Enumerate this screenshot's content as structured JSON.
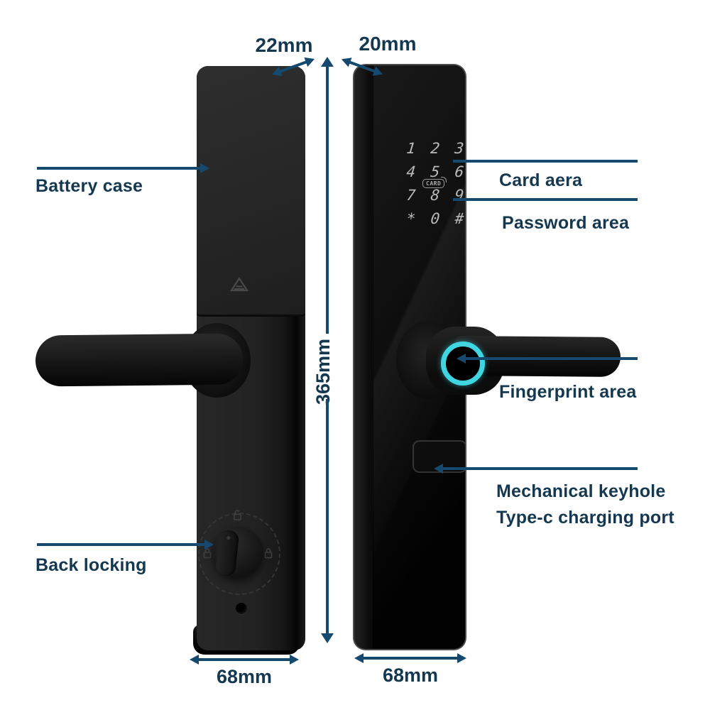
{
  "dimensions": {
    "back_thickness": "22mm",
    "front_thickness": "20mm",
    "height": "365mm",
    "back_width": "68mm",
    "front_width": "68mm"
  },
  "callouts": {
    "battery_case": "Battery case",
    "card_area": "Card aera",
    "password_area": "Password area",
    "fingerprint_area": "Fingerprint area",
    "mechanical_keyhole": "Mechanical keyhole",
    "type_c_charging_port": "Type-c charging port",
    "back_locking": "Back locking"
  },
  "keypad": {
    "keys": [
      "1",
      "2",
      "3",
      "4",
      "5",
      "6",
      "7",
      "8",
      "9",
      "*",
      "0",
      "#"
    ],
    "card_badge": "CARD"
  },
  "colors": {
    "annotation_text": "#14384f",
    "annotation_line": "#15496d",
    "fingerprint_ring": "#3fd6e2",
    "lock_body": "#141414",
    "background": "#ffffff"
  }
}
